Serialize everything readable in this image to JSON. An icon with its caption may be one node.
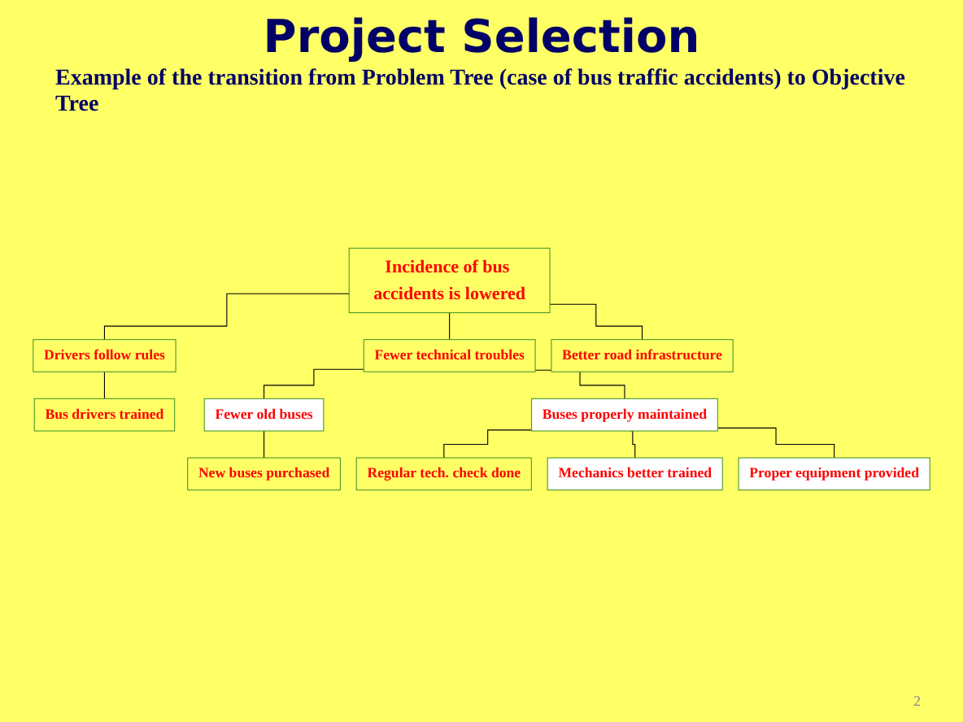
{
  "diagram": {
    "title": "Project Selection",
    "nodes": [
      {
        "text": [
          "Incidence of bus accidents is lowered"
        ]
      },
      {
        "text": [
          "Drivers follow rules"
        ]
      },
      {
        "text": [
          "Fewer technical troubles"
        ]
      },
      {
        "text": [
          "Better road infrastructure"
        ]
      },
      {
        "text": [
          "Bus drivers trained"
        ]
      },
      {
        "text": [
          "Fewer old buses"
        ]
      },
      {
        "text": [
          "Buses properly maintained"
        ]
      },
      {
        "text": [
          "New buses purchased"
        ]
      },
      {
        "text": [
          "Regular tech. check done"
        ]
      },
      {
        "text": [
          "Mechanics better trained"
        ]
      },
      {
        "text": [
          "Proper equipment provided"
        ]
      }
    ],
    "edges": [
      {
        "from": 0,
        "to": 1,
        "arrow": "none"
      },
      {
        "from": 0,
        "to": 2,
        "arrow": "none"
      },
      {
        "from": 0,
        "to": 3,
        "arrow": "none"
      },
      {
        "from": 1,
        "to": 4,
        "arrow": "none"
      },
      {
        "from": 2,
        "to": 5,
        "arrow": "none"
      },
      {
        "from": 2,
        "to": 6,
        "arrow": "none"
      },
      {
        "from": 5,
        "to": 7,
        "arrow": "none"
      },
      {
        "from": 6,
        "to": 8,
        "arrow": "none"
      },
      {
        "from": 6,
        "to": 9,
        "arrow": "none"
      },
      {
        "from": 6,
        "to": 10,
        "arrow": "none"
      }
    ],
    "labels": [
      "Example of the transition from Problem Tree (case of bus traffic accidents) to  Objective Tree",
      "2"
    ]
  }
}
